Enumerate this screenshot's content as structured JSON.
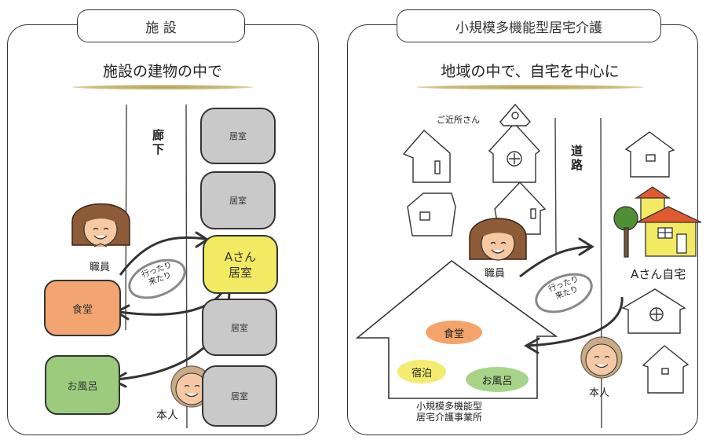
{
  "left": {
    "tab_title": "施 設",
    "subtitle": "施設の建物の中で",
    "corridor": "廊\n下",
    "rooms": [
      "居室",
      "居室",
      "居室",
      "居室"
    ],
    "a_room": "Aさん\n居室",
    "dining": "食堂",
    "bath": "お風呂",
    "staff": "職員",
    "self": "本人",
    "bubble": "行ったり\n来たり"
  },
  "right": {
    "tab_title": "小規模多機能型居宅介護",
    "subtitle": "地域の中で、自宅を中心に",
    "neighbors": "ご近所さん",
    "road": "道\n路",
    "home": "Aさん自宅",
    "staff": "職員",
    "self": "本人",
    "bubble": "行ったり\n来たり",
    "dining": "食堂",
    "lodging": "宿泊",
    "bath": "お風呂",
    "office": "小規模多機能型\n居宅介護事業所"
  },
  "colors": {
    "a_room": "#f2ea63",
    "dining_left": "#f2a571",
    "bath_left": "#9ccb7d",
    "room_grey": "#c9c9c9",
    "dining_right": "#f4a46a",
    "lodging": "#f3ec70",
    "bath_right": "#a8d489",
    "gold_rule": "#b5a254"
  }
}
